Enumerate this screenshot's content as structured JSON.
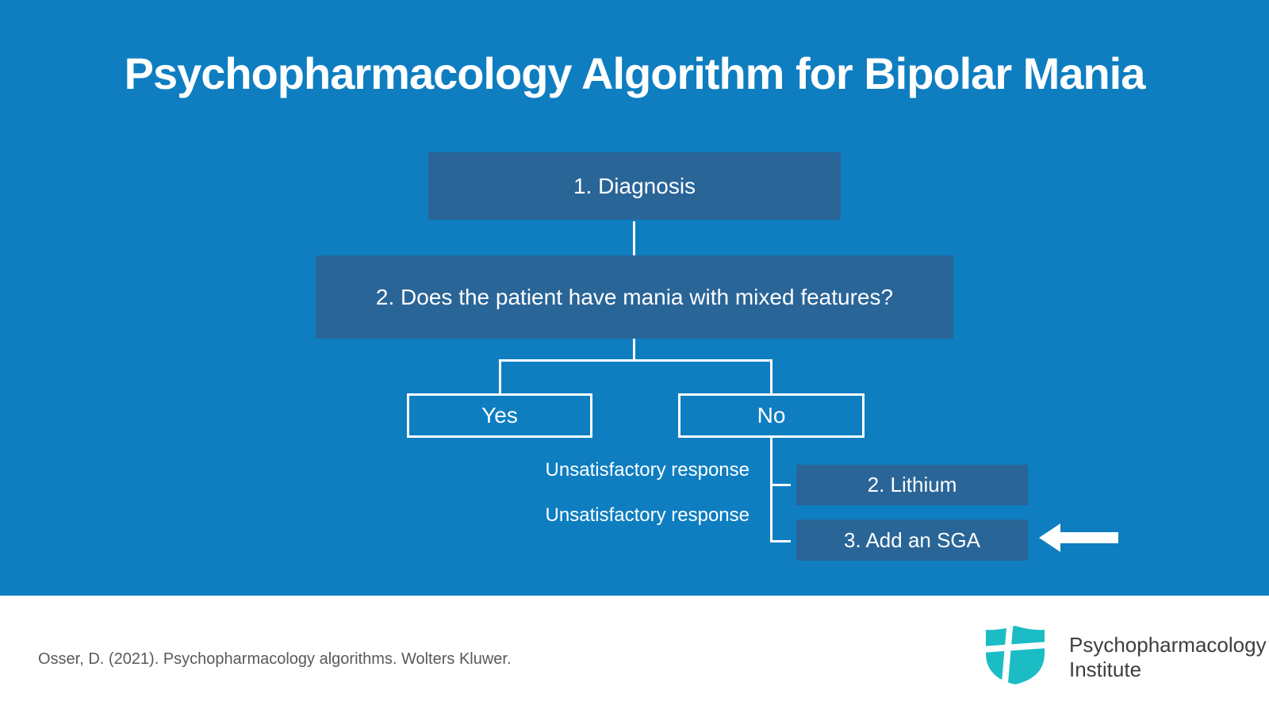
{
  "slide": {
    "title": "Psychopharmacology Algorithm for Bipolar Mania",
    "colors": {
      "background": "#0E7EC1",
      "node_fill": "#2A6598",
      "line": "#FFFFFF",
      "footer_bg": "#FFFFFF",
      "citation_text": "#595959",
      "logo_teal": "#1CBCC5",
      "logo_text": "#3E3E42"
    }
  },
  "flowchart": {
    "nodes": {
      "diagnosis": "1. Diagnosis",
      "question": "2. Does the patient have mania with mixed features?",
      "yes": "Yes",
      "no": "No",
      "lithium": "2. Lithium",
      "add_sga": "3. Add an SGA"
    },
    "response_labels": [
      "Unsatisfactory response",
      "Unsatisfactory response"
    ],
    "icons": {
      "arrow": "left-arrow-icon"
    }
  },
  "footer": {
    "citation": "Osser, D. (2021). Psychopharmacology algorithms. Wolters Kluwer.",
    "logo": {
      "line1": "Psychopharmacology",
      "line2": "Institute"
    }
  }
}
